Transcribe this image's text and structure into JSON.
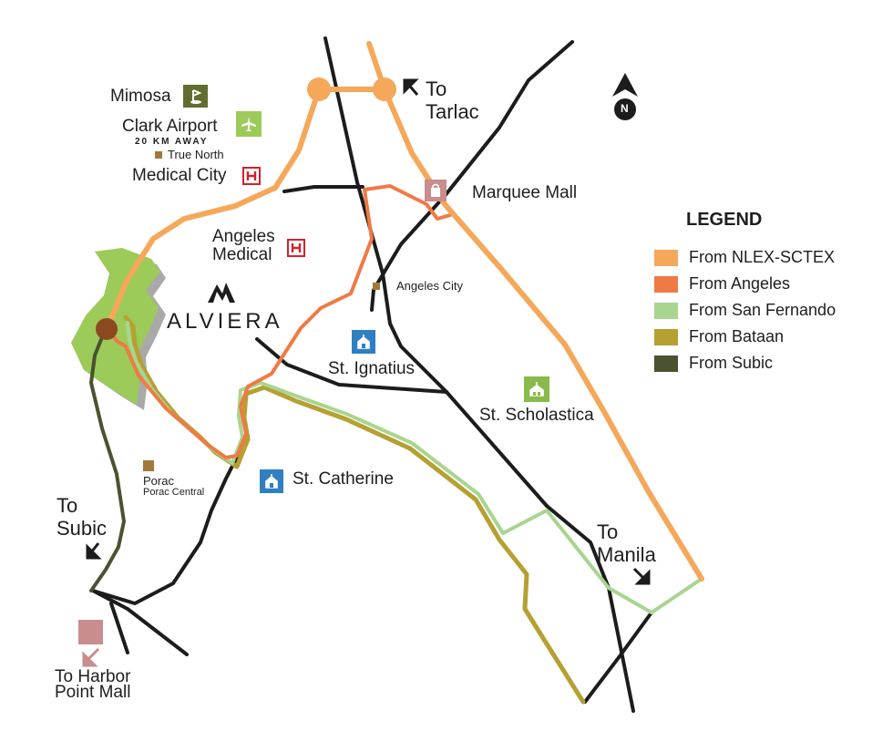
{
  "places": {
    "mimosa": "Mimosa",
    "clark_airport": "Clark Airport",
    "clark_away": "20 KM AWAY",
    "true_north": "True North",
    "medical_city": "Medical City",
    "angeles_medical_1": "Angeles",
    "angeles_medical_2": "Medical",
    "alviera": "ALVIERA",
    "angeles_city": "Angeles City",
    "st_ignatius": "St. Ignatius",
    "st_scholastica": "St. Scholastica",
    "st_catherine": "St. Catherine",
    "porac": "Porac",
    "porac_central": "Porac Central",
    "marquee_mall": "Marquee Mall",
    "to_tarlac_1": "To",
    "to_tarlac_2": "Tarlac",
    "to_subic_1": "To",
    "to_subic_2": "Subic",
    "to_manila_1": "To",
    "to_manila_2": "Manila",
    "to_harbor_1": "To Harbor",
    "to_harbor_2": "Point Mall",
    "north": "N"
  },
  "legend": {
    "title": "LEGEND",
    "items": [
      {
        "label": "From NLEX-SCTEX",
        "color": "#f5a85a"
      },
      {
        "label": "From Angeles",
        "color": "#ef7a45"
      },
      {
        "label": "From San Fernando",
        "color": "#a8d590"
      },
      {
        "label": "From Bataan",
        "color": "#b5a032"
      },
      {
        "label": "From Subic",
        "color": "#4a5230"
      }
    ]
  },
  "colors": {
    "road": "#1c1c1c",
    "alviera_area": "#9ccb5a",
    "alviera_shadow": "#a9a9a9",
    "site_marker": "#8b4a22",
    "school_icon": "#2f7fc1",
    "hospital_icon": "#d1222b",
    "golf_icon": "#5f6e2f",
    "airport_icon": "#9ccb5a",
    "scholastica_icon": "#8aba4a",
    "mall_icon": "#c98d8d",
    "poi_square": "#a07a3c"
  },
  "icons": {
    "mimosa": "golf-flag-icon",
    "clark_airport": "airplane-icon",
    "medical_city": "hospital-icon",
    "angeles_medical": "hospital-icon",
    "marquee_mall": "shopping-bag-icon",
    "st_ignatius": "school-icon",
    "st_catherine": "school-icon",
    "st_scholastica": "school-icon",
    "alviera": "mountain-logo-icon",
    "north": "north-arrow-icon"
  }
}
